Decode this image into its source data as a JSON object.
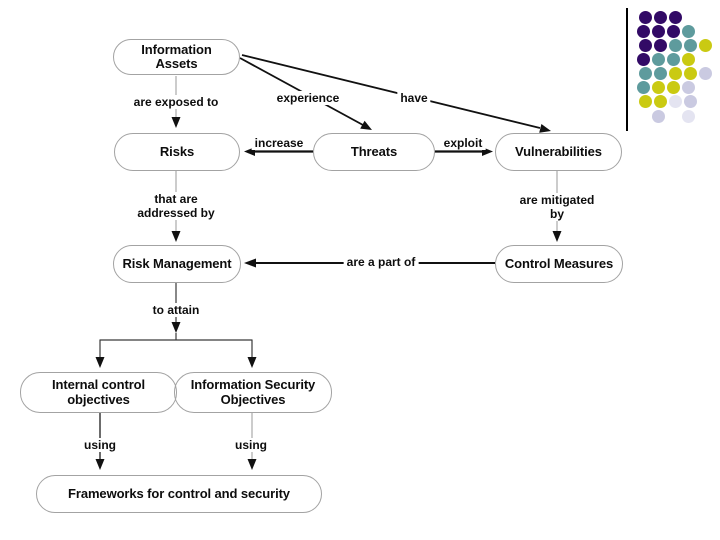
{
  "nodes": {
    "info_assets": {
      "label": "Information Assets"
    },
    "risks": {
      "label": "Risks"
    },
    "threats": {
      "label": "Threats"
    },
    "vulnerabilities": {
      "label": "Vulnerabilities"
    },
    "risk_management": {
      "label": "Risk Management"
    },
    "control_measures": {
      "label": "Control Measures"
    },
    "internal_control_objectives": {
      "label": "Internal control objectives"
    },
    "information_security_objectives": {
      "label": "Information Security Objectives"
    },
    "frameworks": {
      "label": "Frameworks for control and security"
    }
  },
  "edge_labels": {
    "are_exposed_to": "are exposed to",
    "experience": "experience",
    "have": "have",
    "increase": "increase",
    "exploit": "exploit",
    "that_are_addressed_by": {
      "line1": "that are",
      "line2": "addressed by"
    },
    "are_mitigated_by": {
      "line1": "are mitigated",
      "line2": "by"
    },
    "are_a_part_of": "are a part of",
    "to_attain": "to attain",
    "using_left": "using",
    "using_right": "using"
  },
  "colors": {
    "node_border": "#a3a3a3",
    "node_fill": "#ffffff",
    "text": "#0d0d0d",
    "bold_line": "#111111",
    "thin_line": "#999999",
    "mid_line": "#3a3a3a"
  },
  "decoration": {
    "line_color": "#000000",
    "palette": {
      "p": "#320A66",
      "t": "#5E9B9D",
      "y": "#CACA12",
      "l": "#CACAE1",
      "f": "#E4E4F1"
    },
    "rows": [
      [
        "p",
        "p",
        "p"
      ],
      [
        "p",
        "p",
        "p",
        "t"
      ],
      [
        "p",
        "p",
        "t",
        "t",
        "y"
      ],
      [
        "p",
        "t",
        "t",
        "y"
      ],
      [
        "t",
        "t",
        "y",
        "y",
        "l"
      ],
      [
        "t",
        "y",
        "y",
        "l"
      ],
      [
        "y",
        "y",
        "f",
        "l"
      ],
      [
        null,
        "l",
        null,
        "f"
      ]
    ]
  }
}
